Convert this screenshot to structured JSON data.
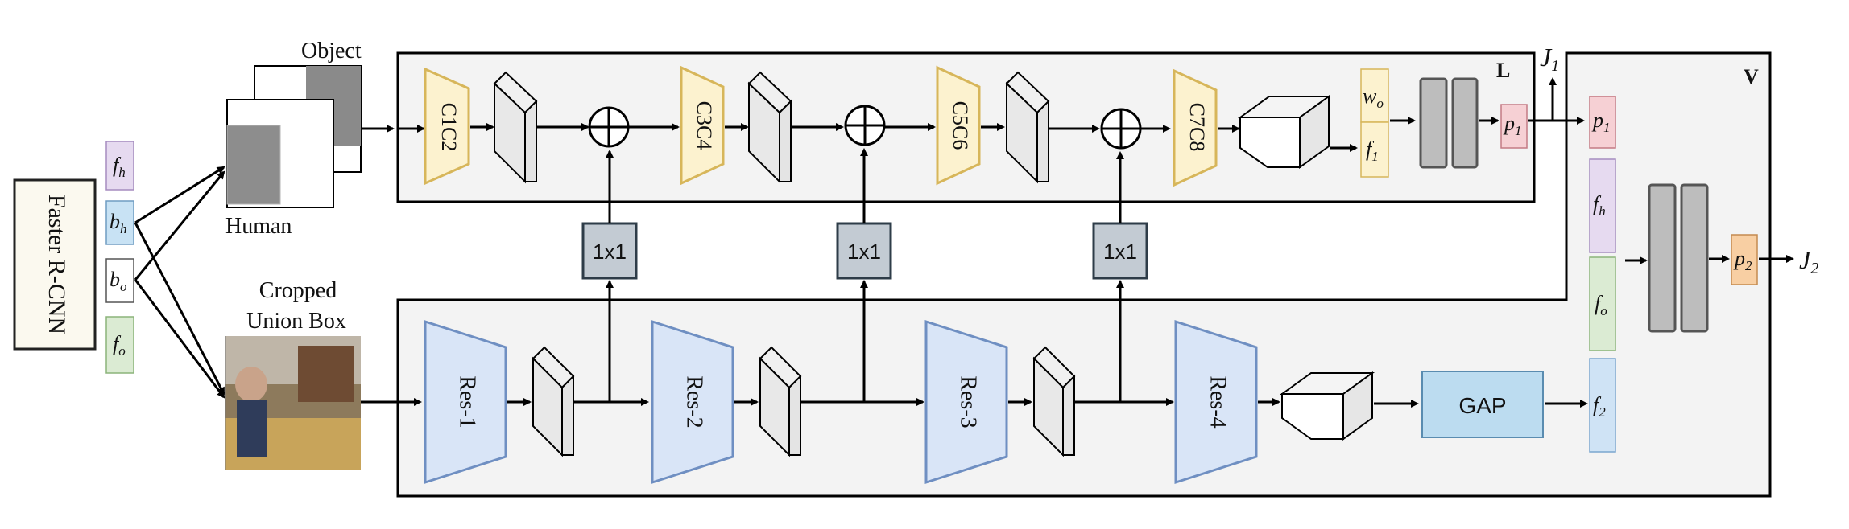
{
  "detector": {
    "label": "Faster R-CNN"
  },
  "features": {
    "fh": "f",
    "fh_sub": "h",
    "bh": "b",
    "bh_sub": "h",
    "bo": "b",
    "bo_sub": "o",
    "fo": "f",
    "fo_sub": "o"
  },
  "inputs": {
    "object": "Object",
    "human": "Human",
    "cropped_line1": "Cropped",
    "cropped_line2": "Union Box"
  },
  "top_stream": {
    "label": "L",
    "blocks": [
      "C1C2",
      "C3C4",
      "C5C6",
      "C7C8"
    ],
    "wo": "w",
    "wo_sub": "o",
    "f1": "f",
    "f1_sub": "1",
    "p1": "p",
    "p1_sub": "1",
    "j1": "J",
    "j1_sub": "1"
  },
  "convs": [
    "1x1",
    "1x1",
    "1x1"
  ],
  "bottom_stream": {
    "blocks": [
      "Res-1",
      "Res-2",
      "Res-3",
      "Res-4"
    ],
    "gap": "GAP",
    "f2": "f",
    "f2_sub": "2"
  },
  "v_branch": {
    "label": "V",
    "p1": "p",
    "p1_sub": "1",
    "fh": "f",
    "fh_sub": "h",
    "fo": "f",
    "fo_sub": "o",
    "f2": "f",
    "f2_sub": "2",
    "p2": "p",
    "p2_sub": "2",
    "j2": "J",
    "j2_sub": "2"
  },
  "colors": {
    "panel_bg": "#f3f3f3",
    "yellow": "#fcf2cf",
    "yellow_stroke": "#d7b65a",
    "blue": "#d9e5f7",
    "blue_stroke": "#6f8fc2",
    "gray_box": "#c3cbd3",
    "gap": "#bcdcf0",
    "pink": "#f6d0d4",
    "pink_stroke": "#c47b84",
    "orange": "#f8cfa3",
    "purple": "#e6daf0",
    "green": "#dbebd3",
    "lightblue": "#cfe3f5"
  }
}
